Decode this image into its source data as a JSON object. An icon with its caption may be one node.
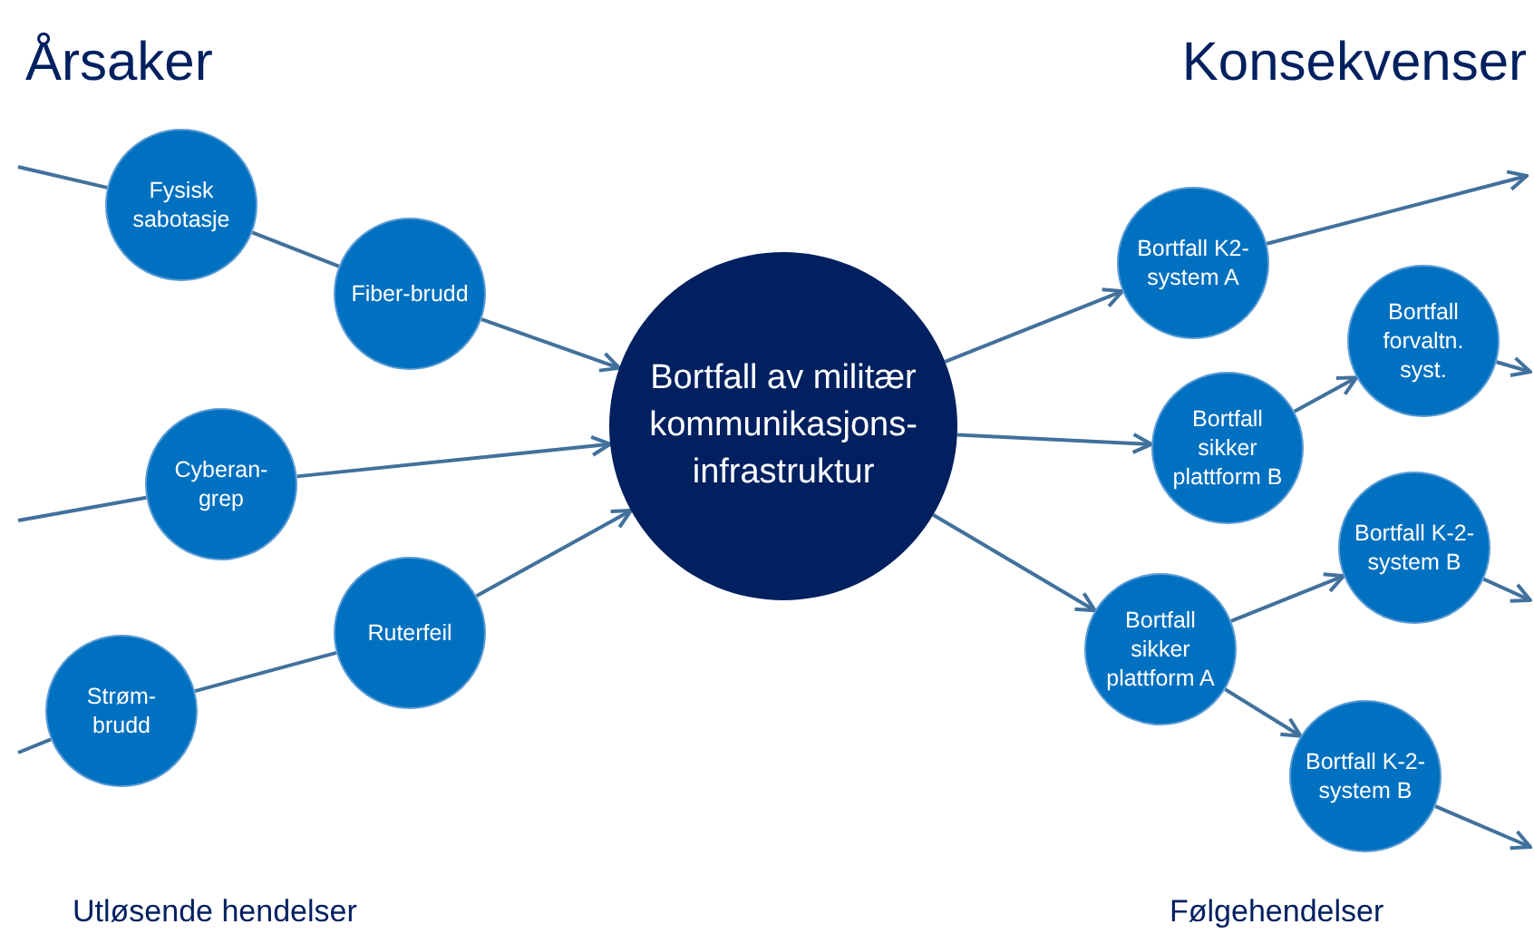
{
  "diagram": {
    "nodes": [
      {
        "text": [
          "Fysisk sabotasje"
        ]
      },
      {
        "text": [
          "Fiber-brudd"
        ]
      },
      {
        "text": [
          "Cyberan-grep"
        ]
      },
      {
        "text": [
          "Ruterfeil"
        ]
      },
      {
        "text": [
          "Strøm-brudd"
        ]
      },
      {
        "text": [
          "Bortfall av militær kommunikasjons-infrastruktur"
        ]
      },
      {
        "text": [
          "Bortfall K2-system A"
        ]
      },
      {
        "text": [
          "Bortfall sikker plattform B"
        ]
      },
      {
        "text": [
          "Bortfall forvaltn. syst."
        ]
      },
      {
        "text": [
          "Bortfall K-2-system B"
        ]
      },
      {
        "text": [
          "Bortfall sikker plattform A"
        ]
      },
      {
        "text": [
          "Bortfall K-2-system B"
        ]
      }
    ],
    "edges": [
      {
        "from": null,
        "to": 0,
        "arrow": "none"
      },
      {
        "from": 0,
        "to": 1,
        "arrow": "none"
      },
      {
        "from": 1,
        "to": 5,
        "arrow": "to"
      },
      {
        "from": null,
        "to": 2,
        "arrow": "none"
      },
      {
        "from": 2,
        "to": 5,
        "arrow": "to"
      },
      {
        "from": null,
        "to": 4,
        "arrow": "none"
      },
      {
        "from": 4,
        "to": 3,
        "arrow": "none"
      },
      {
        "from": 3,
        "to": 5,
        "arrow": "to"
      },
      {
        "from": 5,
        "to": 6,
        "arrow": "to"
      },
      {
        "from": 6,
        "to": null,
        "arrow": "to"
      },
      {
        "from": 5,
        "to": 7,
        "arrow": "to"
      },
      {
        "from": 7,
        "to": 8,
        "arrow": "to"
      },
      {
        "from": 8,
        "to": null,
        "arrow": "to"
      },
      {
        "from": 5,
        "to": 10,
        "arrow": "to"
      },
      {
        "from": 10,
        "to": 9,
        "arrow": "to"
      },
      {
        "from": 9,
        "to": null,
        "arrow": "to"
      },
      {
        "from": 10,
        "to": 11,
        "arrow": "to"
      },
      {
        "from": 11,
        "to": null,
        "arrow": "to"
      }
    ],
    "labels": [
      "Årsaker",
      "Konsekvenser",
      "Utløsende hendelser",
      "Følgehendelser"
    ]
  }
}
